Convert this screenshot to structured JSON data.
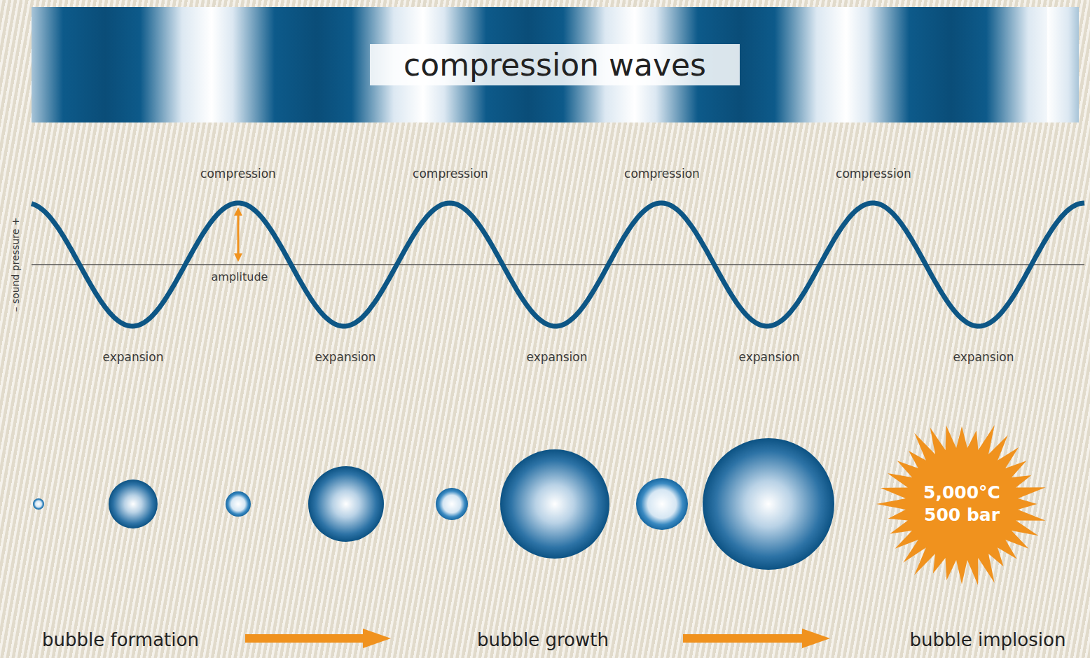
{
  "diagram": {
    "nodes": [
      {
        "text": [
          "compression waves"
        ]
      },
      {
        "text": [
          "5,000°C",
          "500 bar"
        ]
      }
    ],
    "labels": [
      "– sound pressure +",
      "compression",
      "compression",
      "compression",
      "compression",
      "amplitude",
      "expansion",
      "expansion",
      "expansion",
      "expansion",
      "expansion",
      "bubble formation",
      "bubble growth",
      "bubble implosion"
    ]
  }
}
